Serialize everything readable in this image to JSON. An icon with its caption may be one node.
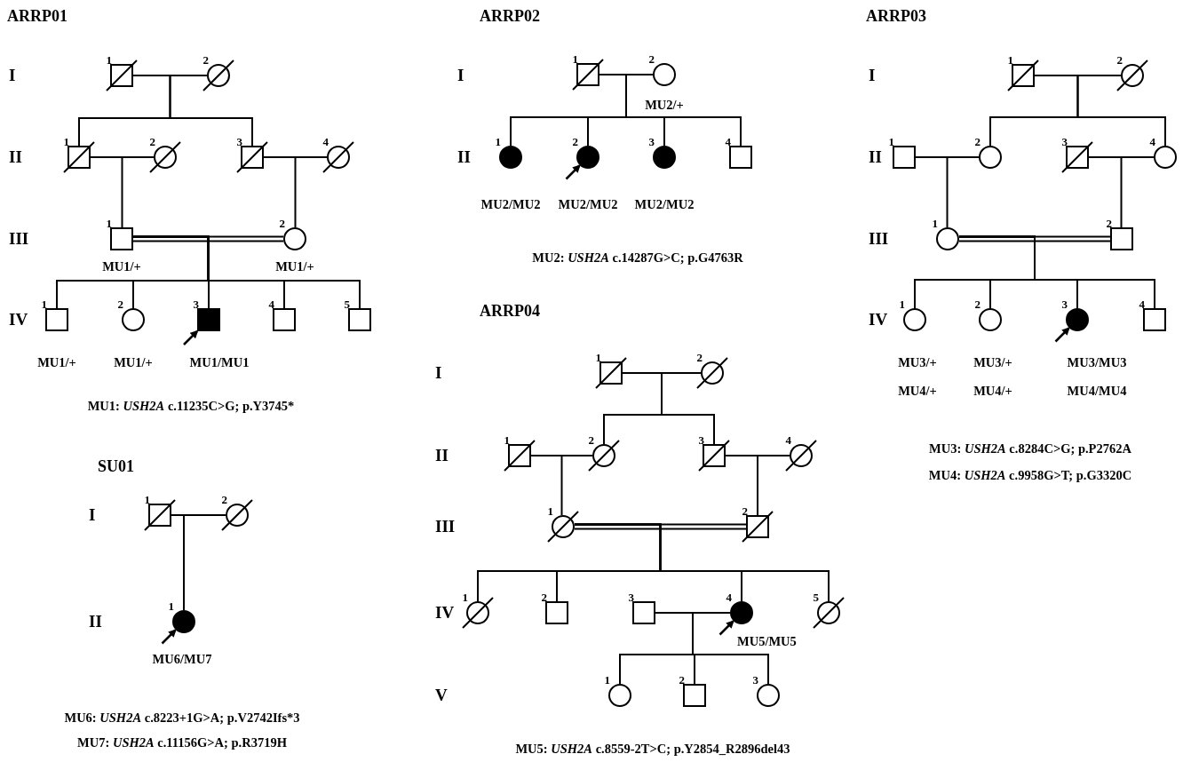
{
  "diagram": {
    "nodes": [
      {
        "text": [],
        "shape": "box",
        "beside": [
          "1"
        ]
      },
      {
        "text": [],
        "shape": "circle",
        "beside": [
          "2"
        ]
      },
      {
        "text": [],
        "shape": "box",
        "beside": [
          "1"
        ]
      },
      {
        "text": [],
        "shape": "circle",
        "beside": [
          "2"
        ]
      },
      {
        "text": [],
        "shape": "box",
        "beside": [
          "3"
        ]
      },
      {
        "text": [],
        "shape": "circle",
        "beside": [
          "4"
        ]
      },
      {
        "text": [],
        "shape": "box",
        "beside": [
          "1",
          "MU1/+"
        ]
      },
      {
        "text": [],
        "shape": "circle",
        "beside": [
          "2",
          "MU1/+"
        ]
      },
      {
        "text": [],
        "shape": "box",
        "beside": [
          "1",
          "MU1/+"
        ]
      },
      {
        "text": [],
        "shape": "circle",
        "beside": [
          "2",
          "MU1/+"
        ]
      },
      {
        "text": [],
        "shape": "box",
        "beside": [
          "3",
          "MU1/MU1"
        ]
      },
      {
        "text": [],
        "shape": "box",
        "beside": [
          "4"
        ]
      },
      {
        "text": [],
        "shape": "box",
        "beside": [
          "5"
        ]
      },
      {
        "text": [],
        "shape": "box",
        "beside": [
          "1"
        ]
      },
      {
        "text": [],
        "shape": "circle",
        "beside": [
          "2",
          "MU2/+"
        ]
      },
      {
        "text": [],
        "shape": "circle",
        "beside": [
          "1",
          "MU2/MU2"
        ]
      },
      {
        "text": [],
        "shape": "circle",
        "beside": [
          "2",
          "MU2/MU2"
        ]
      },
      {
        "text": [],
        "shape": "circle",
        "beside": [
          "3",
          "MU2/MU2"
        ]
      },
      {
        "text": [],
        "shape": "box",
        "beside": [
          "4"
        ]
      },
      {
        "text": [],
        "shape": "box",
        "beside": [
          "1"
        ]
      },
      {
        "text": [],
        "shape": "circle",
        "beside": [
          "2"
        ]
      },
      {
        "text": [],
        "shape": "box",
        "beside": [
          "1"
        ]
      },
      {
        "text": [],
        "shape": "circle",
        "beside": [
          "2"
        ]
      },
      {
        "text": [],
        "shape": "box",
        "beside": [
          "3"
        ]
      },
      {
        "text": [],
        "shape": "circle",
        "beside": [
          "4"
        ]
      },
      {
        "text": [],
        "shape": "circle",
        "beside": [
          "1"
        ]
      },
      {
        "text": [],
        "shape": "box",
        "beside": [
          "2"
        ]
      },
      {
        "text": [],
        "shape": "circle",
        "beside": [
          "1",
          "MU3/+",
          "MU4/+"
        ]
      },
      {
        "text": [],
        "shape": "circle",
        "beside": [
          "2",
          "MU3/+",
          "MU4/+"
        ]
      },
      {
        "text": [],
        "shape": "circle",
        "beside": [
          "3",
          "MU3/MU3",
          "MU4/MU4"
        ]
      },
      {
        "text": [],
        "shape": "box",
        "beside": [
          "4"
        ]
      },
      {
        "text": [],
        "shape": "box",
        "beside": [
          "1"
        ]
      },
      {
        "text": [],
        "shape": "circle",
        "beside": [
          "2"
        ]
      },
      {
        "text": [],
        "shape": "box",
        "beside": [
          "1"
        ]
      },
      {
        "text": [],
        "shape": "circle",
        "beside": [
          "2"
        ]
      },
      {
        "text": [],
        "shape": "box",
        "beside": [
          "3"
        ]
      },
      {
        "text": [],
        "shape": "circle",
        "beside": [
          "4"
        ]
      },
      {
        "text": [],
        "shape": "circle",
        "beside": [
          "1"
        ]
      },
      {
        "text": [],
        "shape": "box",
        "beside": [
          "2"
        ]
      },
      {
        "text": [],
        "shape": "circle",
        "beside": [
          "1"
        ]
      },
      {
        "text": [],
        "shape": "box",
        "beside": [
          "2"
        ]
      },
      {
        "text": [],
        "shape": "box",
        "beside": [
          "3"
        ]
      },
      {
        "text": [],
        "shape": "circle",
        "beside": [
          "4",
          "MU5/MU5"
        ]
      },
      {
        "text": [],
        "shape": "circle",
        "beside": [
          "5"
        ]
      },
      {
        "text": [],
        "shape": "circle",
        "beside": [
          "1"
        ]
      },
      {
        "text": [],
        "shape": "box",
        "beside": [
          "2"
        ]
      },
      {
        "text": [],
        "shape": "circle",
        "beside": [
          "3"
        ]
      },
      {
        "text": [],
        "shape": "box",
        "beside": [
          "1"
        ]
      },
      {
        "text": [],
        "shape": "circle",
        "beside": [
          "2"
        ]
      },
      {
        "text": [],
        "shape": "circle",
        "beside": [
          "1",
          "MU6/MU7"
        ]
      }
    ],
    "edges": [
      {
        "from": 0,
        "to": 1,
        "arrow": "none"
      },
      {
        "from": 0,
        "to": 2,
        "arrow": "none"
      },
      {
        "from": 0,
        "to": 4,
        "arrow": "none"
      },
      {
        "from": 2,
        "to": 3,
        "arrow": "none"
      },
      {
        "from": 4,
        "to": 5,
        "arrow": "none"
      },
      {
        "from": 2,
        "to": 6,
        "arrow": "none"
      },
      {
        "from": 4,
        "to": 7,
        "arrow": "none"
      },
      {
        "from": 6,
        "to": 7,
        "arrow": "none"
      },
      {
        "from": 6,
        "to": 8,
        "arrow": "none"
      },
      {
        "from": 6,
        "to": 9,
        "arrow": "none"
      },
      {
        "from": 6,
        "to": 10,
        "arrow": "none"
      },
      {
        "from": 6,
        "to": 11,
        "arrow": "none"
      },
      {
        "from": 6,
        "to": 12,
        "arrow": "none"
      },
      {
        "from": null,
        "to": 10,
        "arrow": "to"
      },
      {
        "from": 13,
        "to": 14,
        "arrow": "none"
      },
      {
        "from": 13,
        "to": 15,
        "arrow": "none"
      },
      {
        "from": 13,
        "to": 16,
        "arrow": "none"
      },
      {
        "from": 13,
        "to": 17,
        "arrow": "none"
      },
      {
        "from": 13,
        "to": 18,
        "arrow": "none"
      },
      {
        "from": null,
        "to": 16,
        "arrow": "to"
      },
      {
        "from": 19,
        "to": 20,
        "arrow": "none"
      },
      {
        "from": 19,
        "to": 22,
        "arrow": "none"
      },
      {
        "from": 19,
        "to": 24,
        "arrow": "none"
      },
      {
        "from": 21,
        "to": 22,
        "arrow": "none"
      },
      {
        "from": 23,
        "to": 24,
        "arrow": "none"
      },
      {
        "from": 21,
        "to": 25,
        "arrow": "none"
      },
      {
        "from": 23,
        "to": 26,
        "arrow": "none"
      },
      {
        "from": 25,
        "to": 26,
        "arrow": "none"
      },
      {
        "from": 25,
        "to": 27,
        "arrow": "none"
      },
      {
        "from": 25,
        "to": 28,
        "arrow": "none"
      },
      {
        "from": 25,
        "to": 29,
        "arrow": "none"
      },
      {
        "from": 25,
        "to": 30,
        "arrow": "none"
      },
      {
        "from": null,
        "to": 29,
        "arrow": "to"
      },
      {
        "from": 31,
        "to": 32,
        "arrow": "none"
      },
      {
        "from": 31,
        "to": 34,
        "arrow": "none"
      },
      {
        "from": 31,
        "to": 35,
        "arrow": "none"
      },
      {
        "from": 33,
        "to": 34,
        "arrow": "none"
      },
      {
        "from": 35,
        "to": 36,
        "arrow": "none"
      },
      {
        "from": 33,
        "to": 37,
        "arrow": "none"
      },
      {
        "from": 35,
        "to": 38,
        "arrow": "none"
      },
      {
        "from": 37,
        "to": 38,
        "arrow": "none"
      },
      {
        "from": 37,
        "to": 39,
        "arrow": "none"
      },
      {
        "from": 37,
        "to": 40,
        "arrow": "none"
      },
      {
        "from": 37,
        "to": 42,
        "arrow": "none"
      },
      {
        "from": 37,
        "to": 43,
        "arrow": "none"
      },
      {
        "from": 41,
        "to": 42,
        "arrow": "none"
      },
      {
        "from": 41,
        "to": 44,
        "arrow": "none"
      },
      {
        "from": 41,
        "to": 45,
        "arrow": "none"
      },
      {
        "from": 41,
        "to": 46,
        "arrow": "none"
      },
      {
        "from": null,
        "to": 42,
        "arrow": "to"
      },
      {
        "from": 47,
        "to": 48,
        "arrow": "none"
      },
      {
        "from": 47,
        "to": 49,
        "arrow": "none"
      },
      {
        "from": null,
        "to": 49,
        "arrow": "to"
      }
    ],
    "labels": [
      "ARRP01",
      "I",
      "II",
      "III",
      "IV",
      "MU1: *USH2A* c.11235C>G; p.Y3745*",
      "ARRP02",
      "I",
      "II",
      "MU2: *USH2A* c.14287G>C; p.G4763R",
      "ARRP03",
      "I",
      "II",
      "III",
      "IV",
      "MU3: *USH2A* c.8284C>G; p.P2762A",
      "MU4: *USH2A* c.9958G>T; p.G3320C",
      "ARRP04",
      "I",
      "II",
      "III",
      "IV",
      "V",
      "MU5: *USH2A* c.8559-2T>C; p.Y2854_R2896del43",
      "SU01",
      "I",
      "II",
      "MU6: *USH2A* c.8223+1G>A; p.V2742Ifs*3",
      "MU7: *USH2A* c.11156G>A; p.R3719H"
    ]
  }
}
